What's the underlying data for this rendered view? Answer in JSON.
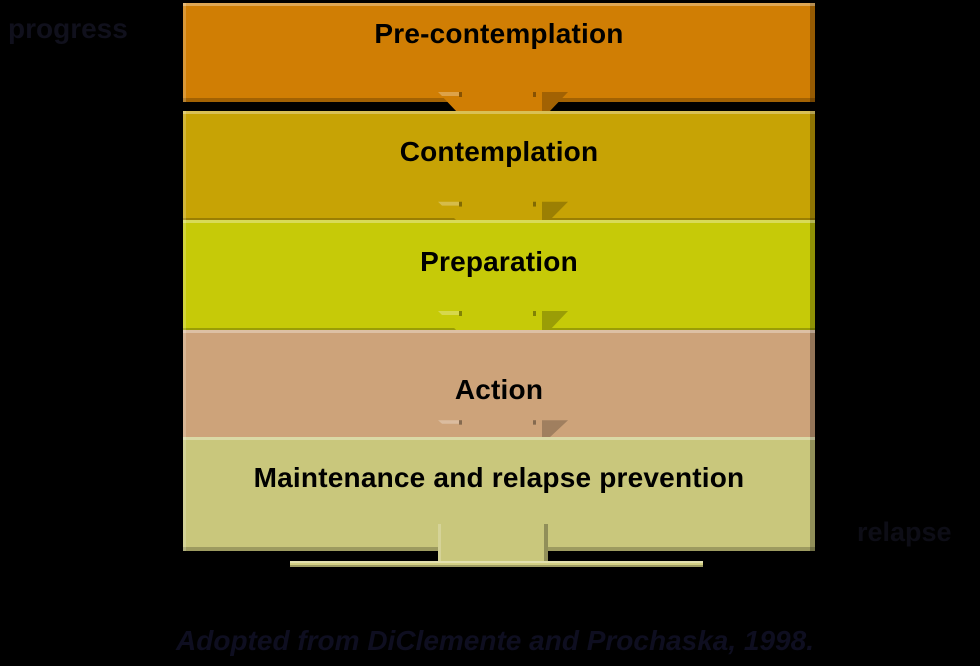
{
  "background_color": "#000000",
  "labels": {
    "progress": "progress",
    "relapse": "relapse"
  },
  "citation": "Adopted from DiClemente and Prochaska, 1998.",
  "stages": [
    {
      "label": "Pre-contemplation",
      "color": "#d07e04"
    },
    {
      "label": "Contemplation",
      "color": "#c7a305"
    },
    {
      "label": "Preparation",
      "color": "#c6ca08"
    },
    {
      "label": "Action",
      "color": "#cda37a"
    },
    {
      "label": "Maintenance and relapse prevention",
      "color": "#c9c77c"
    }
  ],
  "pedestal": {
    "stem_color": "#c9c77c",
    "bar_color": "#d3d085"
  },
  "box_text_color": "#000000"
}
